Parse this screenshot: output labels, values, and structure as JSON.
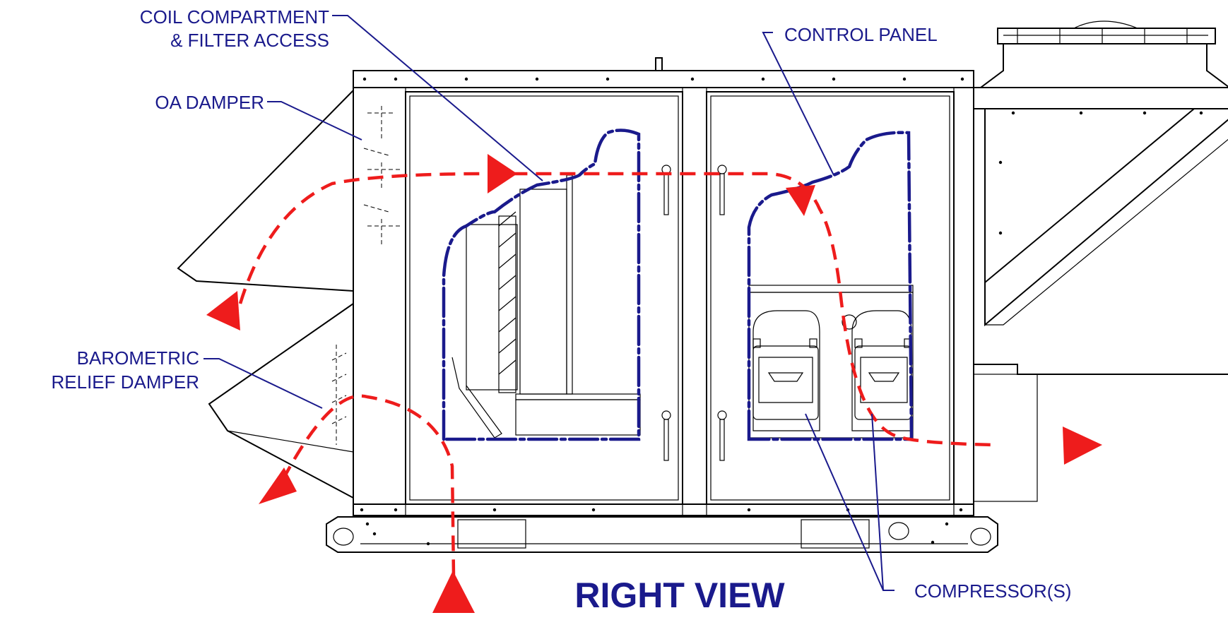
{
  "title": "RIGHT VIEW",
  "callouts": {
    "coil_line1": "COIL COMPARTMENT",
    "coil_line2": "& FILTER ACCESS",
    "oa_damper": "OA DAMPER",
    "control_panel": "CONTROL PANEL",
    "relief_line1": "BAROMETRIC",
    "relief_line2": "RELIEF DAMPER",
    "compressors": "COMPRESSOR(S)"
  },
  "colors": {
    "callout_text": "#1a1a8c",
    "airflow": "#ee1c1c",
    "linework": "#000000"
  }
}
